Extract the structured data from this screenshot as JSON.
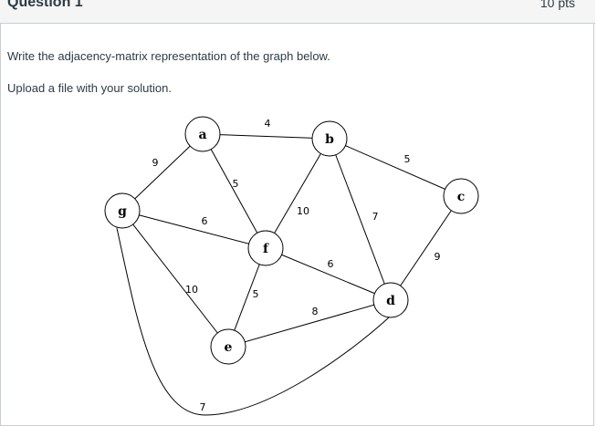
{
  "question": {
    "title": "Question 1",
    "points": "10 pts"
  },
  "body": {
    "instruction": "Write the adjacency-matrix representation of the graph below.",
    "upload_note": "Upload a file with your solution."
  },
  "graph": {
    "nodes": [
      "a",
      "b",
      "c",
      "d",
      "e",
      "f",
      "g"
    ],
    "edges": [
      {
        "from": "a",
        "to": "b",
        "weight": "4"
      },
      {
        "from": "a",
        "to": "g",
        "weight": "9"
      },
      {
        "from": "a",
        "to": "f",
        "weight": "5"
      },
      {
        "from": "b",
        "to": "c",
        "weight": "5"
      },
      {
        "from": "b",
        "to": "f",
        "weight": "10"
      },
      {
        "from": "b",
        "to": "d",
        "weight": "7"
      },
      {
        "from": "g",
        "to": "f",
        "weight": "6"
      },
      {
        "from": "c",
        "to": "d",
        "weight": "9"
      },
      {
        "from": "f",
        "to": "d",
        "weight": "6"
      },
      {
        "from": "g",
        "to": "e",
        "weight": "10"
      },
      {
        "from": "f",
        "to": "e",
        "weight": "5"
      },
      {
        "from": "e",
        "to": "d",
        "weight": "8"
      },
      {
        "from": "g",
        "to": "d",
        "weight": "7"
      }
    ]
  }
}
